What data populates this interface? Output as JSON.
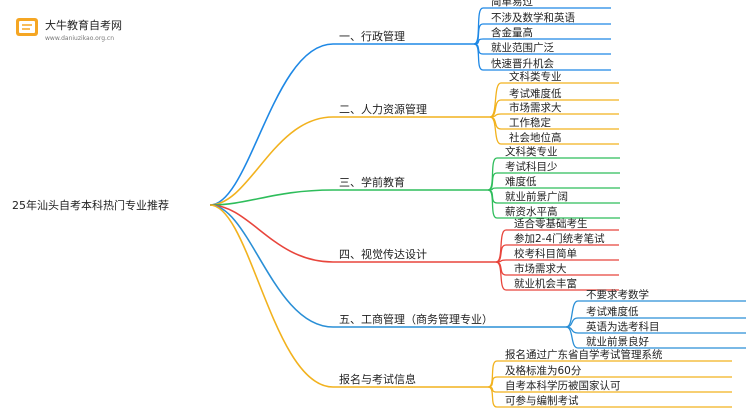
{
  "logo": {
    "name": "大牛教育自考网",
    "url": "www.daniuzikao.org.cn"
  },
  "root": "25年汕头自考本科热门专业推荐",
  "branches": [
    {
      "label": "一、行政管理",
      "color": "#1e88e5",
      "leaves": [
        "简单易过",
        "不涉及数学和英语",
        "含金量高",
        "就业范围广泛",
        "快速晋升机会"
      ]
    },
    {
      "label": "二、人力资源管理",
      "color": "#f2b21e",
      "leaves": [
        "文科类专业",
        "考试难度低",
        "市场需求大",
        "工作稳定",
        "社会地位高"
      ]
    },
    {
      "label": "三、学前教育",
      "color": "#2ebd5b",
      "leaves": [
        "文科类专业",
        "考试科目少",
        "难度低",
        "就业前景广阔",
        "薪资水平高"
      ]
    },
    {
      "label": "四、视觉传达设计",
      "color": "#e8453c",
      "leaves": [
        "适合零基础考生",
        "参加2-4门统考笔试",
        "校考科目简单",
        "市场需求大",
        "就业机会丰富"
      ]
    },
    {
      "label": "五、工商管理（商务管理专业）",
      "color": "#2a8fd6",
      "leaves": [
        "不要求考数学",
        "考试难度低",
        "英语为选考科目",
        "就业前景良好"
      ]
    },
    {
      "label": "报名与考试信息",
      "color": "#f2b21e",
      "leaves": [
        "报名通过广东省自学考试管理系统",
        "及格标准为60分",
        "自考本科学历被国家认可",
        "可参与编制考试"
      ]
    }
  ]
}
